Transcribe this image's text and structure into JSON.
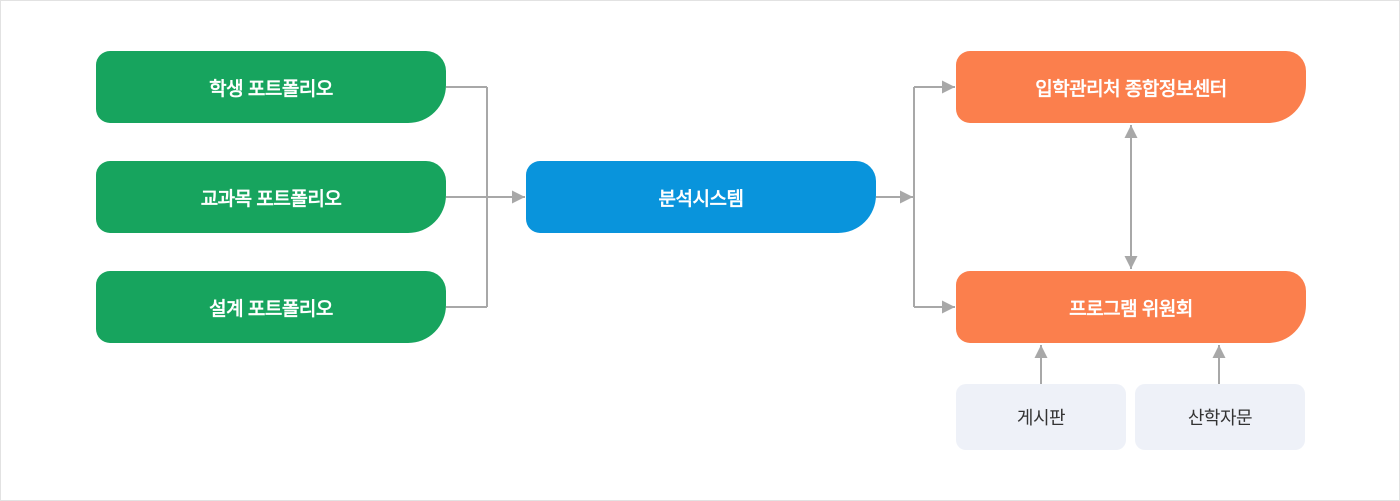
{
  "diagram": {
    "type": "flow-diagram",
    "nodes": {
      "student_portfolio": {
        "label": "학생 포트폴리오",
        "color": "#17a45e",
        "text_color": "#ffffff"
      },
      "course_portfolio": {
        "label": "교과목 포트폴리오",
        "color": "#17a45e",
        "text_color": "#ffffff"
      },
      "design_portfolio": {
        "label": "설계 포트폴리오",
        "color": "#17a45e",
        "text_color": "#ffffff"
      },
      "analysis_system": {
        "label": "분석시스템",
        "color": "#0994dc",
        "text_color": "#ffffff"
      },
      "admissions_info_center": {
        "label": "입학관리처 종합정보센터",
        "color": "#fb7f4d",
        "text_color": "#ffffff"
      },
      "program_committee": {
        "label": "프로그램 위원회",
        "color": "#fb7f4d",
        "text_color": "#ffffff"
      },
      "bulletin_board": {
        "label": "게시판",
        "color": "#eef1f8",
        "text_color": "#333333"
      },
      "industry_academia_advisory": {
        "label": "산학자문",
        "color": "#eef1f8",
        "text_color": "#333333"
      }
    },
    "edges": [
      {
        "from": "student_portfolio",
        "to": "analysis_system",
        "direction": "one-way"
      },
      {
        "from": "course_portfolio",
        "to": "analysis_system",
        "direction": "one-way"
      },
      {
        "from": "design_portfolio",
        "to": "analysis_system",
        "direction": "one-way"
      },
      {
        "from": "analysis_system",
        "to": "admissions_info_center",
        "direction": "one-way"
      },
      {
        "from": "analysis_system",
        "to": "program_committee",
        "direction": "one-way"
      },
      {
        "from": "admissions_info_center",
        "to": "program_committee",
        "direction": "two-way"
      },
      {
        "from": "bulletin_board",
        "to": "program_committee",
        "direction": "one-way"
      },
      {
        "from": "industry_academia_advisory",
        "to": "program_committee",
        "direction": "one-way"
      }
    ],
    "connector_color": "#a8a8a8",
    "canvas_border_color": "#e2e2e2"
  }
}
